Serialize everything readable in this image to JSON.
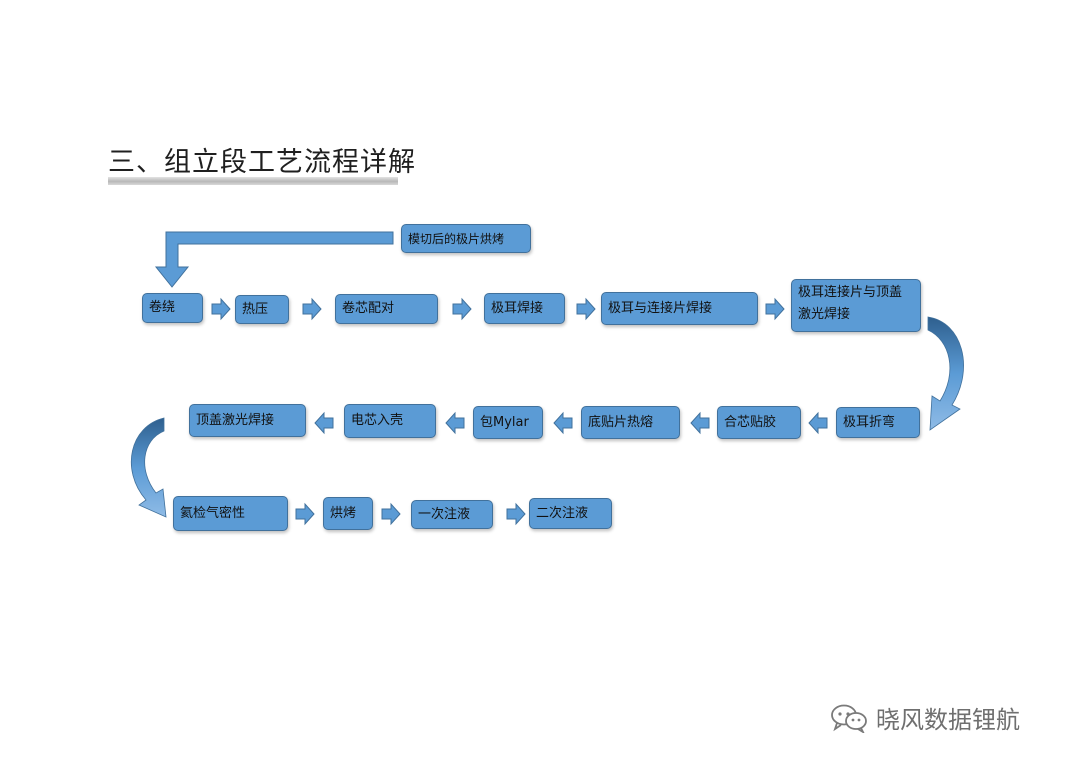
{
  "title": "三、组立段工艺流程详解",
  "colors": {
    "box_fill": "#5b9bd5",
    "box_border": "#41719c",
    "arrow": "#5b9bd5"
  },
  "steps": [
    "模切后的极片烘烤",
    "卷绕",
    "热压",
    "卷芯配对",
    "极耳焊接",
    "极耳与连接片焊接",
    "极耳连接片与顶盖激光焊接",
    "极耳折弯",
    "合芯贴胶",
    "底贴片热熔",
    "包Mylar",
    "电芯入壳",
    "顶盖激光焊接",
    "氦检气密性",
    "烘烤",
    "一次注液",
    "二次注液"
  ],
  "watermark": {
    "icon": "wechat-icon",
    "text": "晓风数据锂航"
  }
}
